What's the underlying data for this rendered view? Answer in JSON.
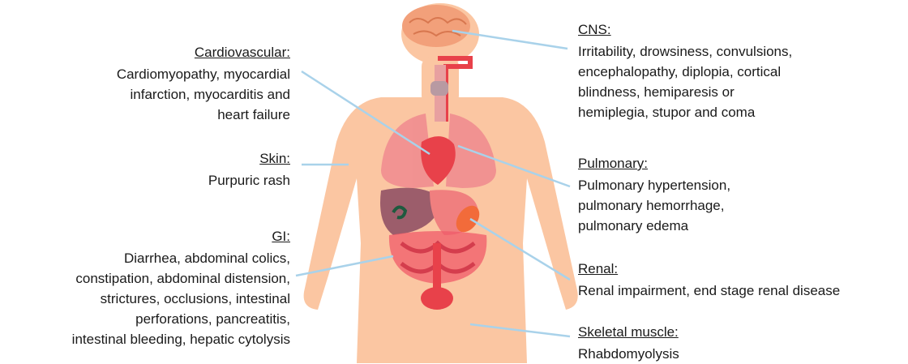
{
  "colors": {
    "skin": "#fbc6a2",
    "leader_line": "#a9d2ea",
    "organ_red": "#e8414a",
    "lung": "#f08a8f",
    "liver": "#9c5d6b",
    "stomach": "#f07f7f",
    "kidney": "#f26b3a",
    "intestine": "#f05a68",
    "brain": "#f2a07a",
    "text": "#1a1a1a"
  },
  "annotations": {
    "cardiovascular": {
      "heading": "Cardiovascular:",
      "body": "Cardiomyopathy, myocardial\ninfarction, myocarditis and\nheart failure"
    },
    "skin": {
      "heading": "Skin:",
      "body": "Purpuric rash"
    },
    "gi": {
      "heading": "GI:",
      "body": "Diarrhea, abdominal colics,\nconstipation, abdominal distension,\nstrictures, occlusions, intestinal\nperforations, pancreatitis,\nintestinal bleeding, hepatic cytolysis"
    },
    "cns": {
      "heading": "CNS:",
      "body": "Irritability, drowsiness, convulsions,\nencephalopathy, diplopia, cortical\nblindness, hemiparesis or\nhemiplegia, stupor and coma"
    },
    "pulmonary": {
      "heading": "Pulmonary:",
      "body": "Pulmonary hypertension,\npulmonary hemorrhage,\npulmonary edema"
    },
    "renal": {
      "heading": "Renal:",
      "body": "Renal impairment, end stage renal disease"
    },
    "skeletal_muscle": {
      "heading": "Skeletal muscle:",
      "body": "Rhabdomyolysis"
    }
  }
}
